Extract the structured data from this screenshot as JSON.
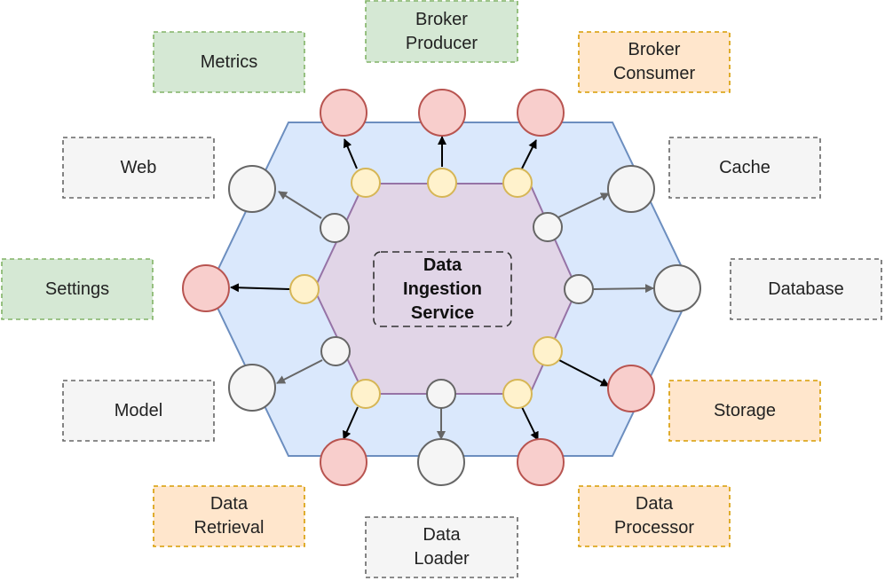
{
  "center": {
    "label": "Data\nIngestion\nService"
  },
  "components": [
    {
      "id": "broker-producer",
      "label": "Broker\nProducer",
      "kind": "green"
    },
    {
      "id": "metrics",
      "label": "Metrics",
      "kind": "green"
    },
    {
      "id": "broker-consumer",
      "label": "Broker\nConsumer",
      "kind": "orange"
    },
    {
      "id": "web",
      "label": "Web",
      "kind": "gray"
    },
    {
      "id": "cache",
      "label": "Cache",
      "kind": "gray"
    },
    {
      "id": "settings",
      "label": "Settings",
      "kind": "green"
    },
    {
      "id": "database",
      "label": "Database",
      "kind": "gray"
    },
    {
      "id": "model",
      "label": "Model",
      "kind": "gray"
    },
    {
      "id": "storage",
      "label": "Storage",
      "kind": "orange"
    },
    {
      "id": "data-retrieval",
      "label": "Data\nRetrieval",
      "kind": "orange"
    },
    {
      "id": "data-loader",
      "label": "Data\nLoader",
      "kind": "gray"
    },
    {
      "id": "data-processor",
      "label": "Data\nProcessor",
      "kind": "orange"
    }
  ],
  "styles": {
    "green": {
      "fill": "#d5e8d4",
      "stroke": "#82b366"
    },
    "orange": {
      "fill": "#ffe6cc",
      "stroke": "#d79b00"
    },
    "gray": {
      "fill": "#f5f5f5",
      "stroke": "#666666"
    },
    "outer_hex": {
      "fill": "#dae8fc",
      "stroke": "#6c8ebf"
    },
    "inner_hex": {
      "fill": "#e1d5e7",
      "stroke": "#9673a6"
    },
    "port_yellow": {
      "fill": "#fff2cc",
      "stroke": "#d6b656"
    },
    "port_gray": {
      "fill": "#f5f5f5",
      "stroke": "#666666"
    },
    "adapter_red": {
      "fill": "#f8cecc",
      "stroke": "#b85450"
    },
    "adapter_gray": {
      "fill": "#f5f5f5",
      "stroke": "#666666"
    }
  }
}
